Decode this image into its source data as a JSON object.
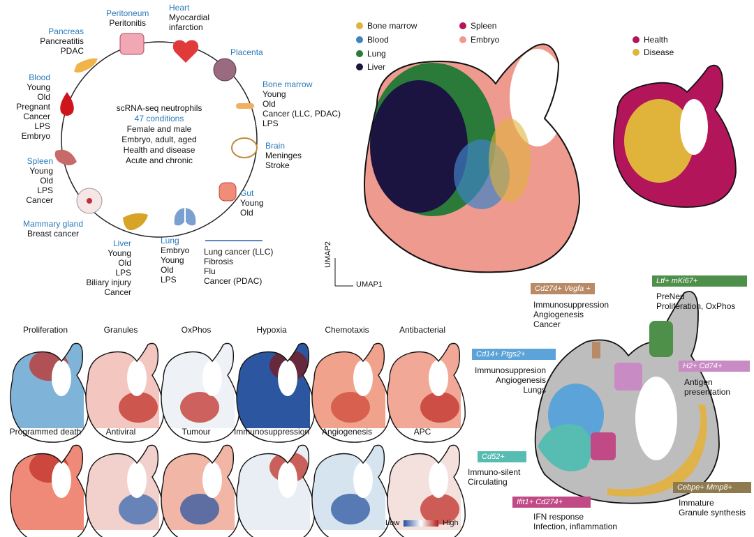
{
  "circle": {
    "center_title": "scRNA-seq neutrophils",
    "center_conditions": "47 conditions",
    "center_lines": [
      "Female and male",
      "Embryo, adult, aged",
      "Health and disease",
      "Acute and chronic"
    ]
  },
  "organs": {
    "peritoneum": {
      "name": "Peritoneum",
      "items": [
        "Peritonitis"
      ]
    },
    "heart": {
      "name": "Heart",
      "items": [
        "Myocardial",
        "infarction"
      ]
    },
    "pancreas": {
      "name": "Pancreas",
      "items": [
        "Pancreatitis",
        "PDAC"
      ]
    },
    "placenta": {
      "name": "Placenta",
      "items": []
    },
    "bone_marrow": {
      "name": "Bone marrow",
      "items": [
        "Young",
        "Old",
        "Cancer (LLC, PDAC)",
        "LPS"
      ]
    },
    "blood": {
      "name": "Blood",
      "items": [
        "Young",
        "Old",
        "Pregnant",
        "Cancer",
        "LPS",
        "Embryo"
      ]
    },
    "brain": {
      "name": "Brain",
      "items": [
        "Meninges",
        "Stroke"
      ]
    },
    "spleen": {
      "name": "Spleen",
      "items": [
        "Young",
        "Old",
        "LPS",
        "Cancer"
      ]
    },
    "gut": {
      "name": "Gut",
      "items": [
        "Young",
        "Old"
      ]
    },
    "mammary": {
      "name": "Mammary gland",
      "items": [
        "Breast cancer"
      ]
    },
    "liver": {
      "name": "Liver",
      "items": [
        "Young",
        "Old",
        "LPS",
        "Biliary injury",
        "Cancer"
      ]
    },
    "lung": {
      "name": "Lung",
      "items": [
        "Embryo",
        "Young",
        "Old",
        "LPS"
      ],
      "items2": [
        "Lung cancer (LLC)",
        "Fibrosis",
        "Flu",
        "Cancer (PDAC)"
      ]
    }
  },
  "tissue_legend": [
    {
      "label": "Bone marrow",
      "color": "#e0b33a"
    },
    {
      "label": "Spleen",
      "color": "#b3155a"
    },
    {
      "label": "Blood",
      "color": "#3f82c4"
    },
    {
      "label": "Embryo",
      "color": "#ef9a8f"
    },
    {
      "label": "Lung",
      "color": "#2a7a3a"
    },
    {
      "label": "Liver",
      "color": "#1c1440"
    }
  ],
  "state_legend": [
    {
      "label": "Health",
      "color": "#b3155a"
    },
    {
      "label": "Disease",
      "color": "#e0b33a"
    }
  ],
  "umap_axes": {
    "y": "UMAP2",
    "x": "UMAP1"
  },
  "programs_row1": [
    "Proliferation",
    "Granules",
    "OxPhos",
    "Hypoxia",
    "Chemotaxis",
    "Antibacterial"
  ],
  "programs_row2": [
    "Programmed death",
    "Antiviral",
    "Tumour",
    "Immunosuppression",
    "Angiogenesis",
    "APC"
  ],
  "colorbar": {
    "low": "Low",
    "high": "High"
  },
  "clusters": [
    {
      "label": "Cd274+ Vegfa +",
      "color": "#b98a66",
      "desc": "Immunosuppression\nAngiogenesis\nCancer"
    },
    {
      "label": "Ltf+ mKi67+",
      "color": "#4e8f4a",
      "desc": "PreNeu\nProliferation, OxPhos"
    },
    {
      "label": "Cd14+ Ptgs2+",
      "color": "#5ba3d8",
      "desc": "Immunosuppresion\nAngiogenesis\nLungs"
    },
    {
      "label": "H2+ Cd74+",
      "color": "#c98bc4",
      "desc": "Antigen\npresentation"
    },
    {
      "label": "Cd52+",
      "color": "#57bcb2",
      "desc": "Immuno-silent\nCirculating"
    },
    {
      "label": "Cebpe+ Mmp8+",
      "color": "#8f7a50",
      "desc": "Immature\nGranule synthesis"
    },
    {
      "label": "Ifit1+ Cd274+",
      "color": "#c04a86",
      "desc": "IFN response\nInfection, inflammation"
    }
  ],
  "colors": {
    "organ_blue": "#2a7ab8",
    "link_blue": "#2a5fa8"
  }
}
